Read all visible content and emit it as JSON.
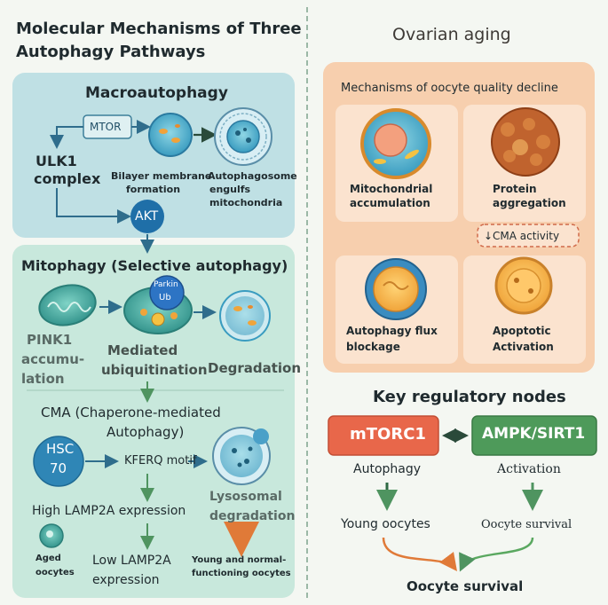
{
  "left_title_line1": "Molecular Mechanisms of Three",
  "left_title_line2": "Autophagy Pathways",
  "macro": {
    "title": "Macroautophagy",
    "mtor": "MTOR",
    "ulk1_line1": "ULK1",
    "ulk1_line2": "complex",
    "bilayer_line1": "Bilayer membrane",
    "bilayer_line2": "formation",
    "autophago_line1": "Autophagosome",
    "autophago_line2": "engulfs",
    "autophago_line3": "mitochondria",
    "akt": "AKT"
  },
  "mito": {
    "title": "Mitophagy (Selective autophagy)",
    "parkin_line1": "Parkin",
    "parkin_line2": "Ub",
    "pink_line1": "PINK1",
    "pink_line2": "accumu-",
    "pink_line3": "lation",
    "mediated_line1": "Mediated",
    "mediated_line2": "ubiquitination",
    "degradation": "Degradation"
  },
  "cma": {
    "title_line1": "CMA (Chaperone-mediated",
    "title_line2": "Autophagy)",
    "hsc_line1": "HSC",
    "hsc_line2": "70",
    "kferq": "KFERQ motif",
    "lyso_line1": "Lysosomal",
    "lyso_line2": "degradation",
    "high_lamp": "High LAMP2A expression",
    "aged_line1": "Aged",
    "aged_line2": "oocytes",
    "low_line1": "Low LAMP2A",
    "low_line2": "expression",
    "young_line1": "Young and normal-",
    "young_line2": "functioning oocytes"
  },
  "right_title": "Ovarian aging",
  "quality": {
    "title": "Mechanisms of oocyte quality decline",
    "mito_acc_line1": "Mitochondrial",
    "mito_acc_line2": "accumulation",
    "protein_line1": "Protein",
    "protein_line2": "aggregation",
    "cma_activity": "↓CMA activity",
    "flux_line1": "Autophagy flux",
    "flux_line2": "blockage",
    "apop_line1": "Apoptotic",
    "apop_line2": "Activation"
  },
  "nodes": {
    "title": "Key regulatory nodes",
    "mtorc1": "mTORC1",
    "ampk": "AMPK/SIRT1",
    "autophagy": "Autophagy",
    "activation": "Activation",
    "young": "Young oocytes",
    "survival_small": "Oocyte survival",
    "survival_big": "Oocyte survival"
  },
  "colors": {
    "macro_panel": "#bfe0e4",
    "green_panel": "#c8e8dc",
    "orange_panel": "#f7cfae",
    "red_box": "#e8674a",
    "green_box": "#4e9a5a",
    "akt_blue": "#1f6fa8"
  }
}
